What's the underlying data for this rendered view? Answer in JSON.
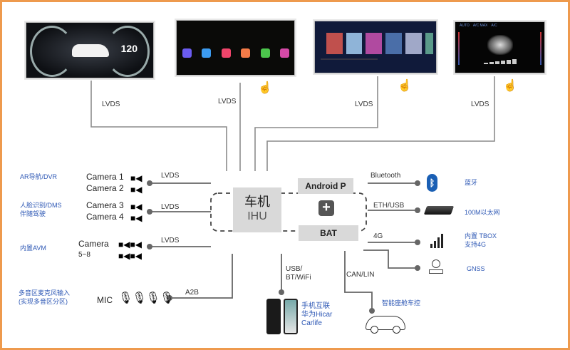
{
  "accent_border_color": "#EE9A4D",
  "label_color": "#2E58B5",
  "displays": [
    {
      "name": "instrument-cluster",
      "link": "LVDS",
      "speed_readout": "120",
      "touch": false
    },
    {
      "name": "center-home-screen",
      "link": "LVDS",
      "touch": true
    },
    {
      "name": "media-screen",
      "link": "LVDS",
      "touch": true
    },
    {
      "name": "climate-screen",
      "link": "LVDS",
      "touch": true,
      "climate_buttons": [
        "AUTO",
        "A/C MAX",
        "A/C"
      ]
    }
  ],
  "core": {
    "ihu_cn": "车机",
    "ihu_en": "IHU",
    "android": "Android P",
    "bat": "BAT",
    "plus": "+"
  },
  "inputs": [
    {
      "label": "AR导航/DVR",
      "devices": [
        "Camera 1",
        "Camera 2"
      ],
      "link": "LVDS"
    },
    {
      "label": [
        "人脸识别/DMS",
        "伴随驾驶"
      ],
      "devices": [
        "Camera 3",
        "Camera 4"
      ],
      "link": "LVDS"
    },
    {
      "label": "内置AVM",
      "devices": [
        "Camera",
        "5~8"
      ],
      "link": "LVDS"
    },
    {
      "label": [
        "多音区麦克风输入",
        "(实现多音区分区)"
      ],
      "devices": [
        "MIC"
      ],
      "link": "A2B"
    }
  ],
  "outputs": [
    {
      "link": "Bluetooth",
      "icon": "bluetooth-icon",
      "label": "蓝牙"
    },
    {
      "link": "ETH/USB",
      "icon": "router-icon",
      "label": "100M以太网"
    },
    {
      "link": "4G",
      "icon": "signal-icon",
      "label": [
        "内置 TBOX",
        "支持4G"
      ]
    },
    {
      "link": "",
      "icon": "gnss-icon",
      "label": "GNSS"
    }
  ],
  "bottom": {
    "phone_link": [
      "USB/",
      "BT/WiFi"
    ],
    "phone_label": [
      "手机互联",
      "华为Hicar",
      "Carlife"
    ],
    "can_link": "CAN/LIN",
    "car_label": "智能座舱车控"
  }
}
